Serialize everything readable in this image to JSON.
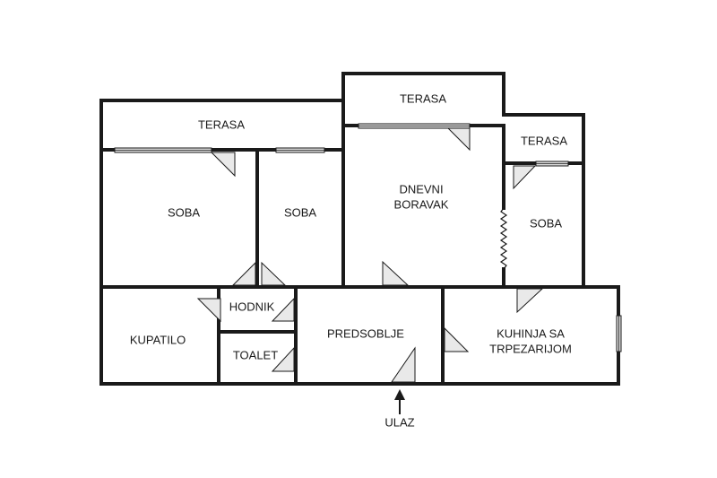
{
  "plan": {
    "rooms": {
      "terasa_left": "TERASA",
      "terasa_top": "TERASA",
      "terasa_right": "TERASA",
      "soba_1": "SOBA",
      "soba_2": "SOBA",
      "dnevni_line1": "DNEVNI",
      "dnevni_line2": "BORAVAK",
      "soba_3": "SOBA",
      "hodnik": "HODNIK",
      "kupatilo": "KUPATILO",
      "toalet": "TOALET",
      "predsoblje": "PREDSOBLJE",
      "kuhinja_line1": "KUHINJA SA",
      "kuhinja_line2": "TRPEZARIJOM"
    },
    "entrance_label": "ULAZ"
  }
}
